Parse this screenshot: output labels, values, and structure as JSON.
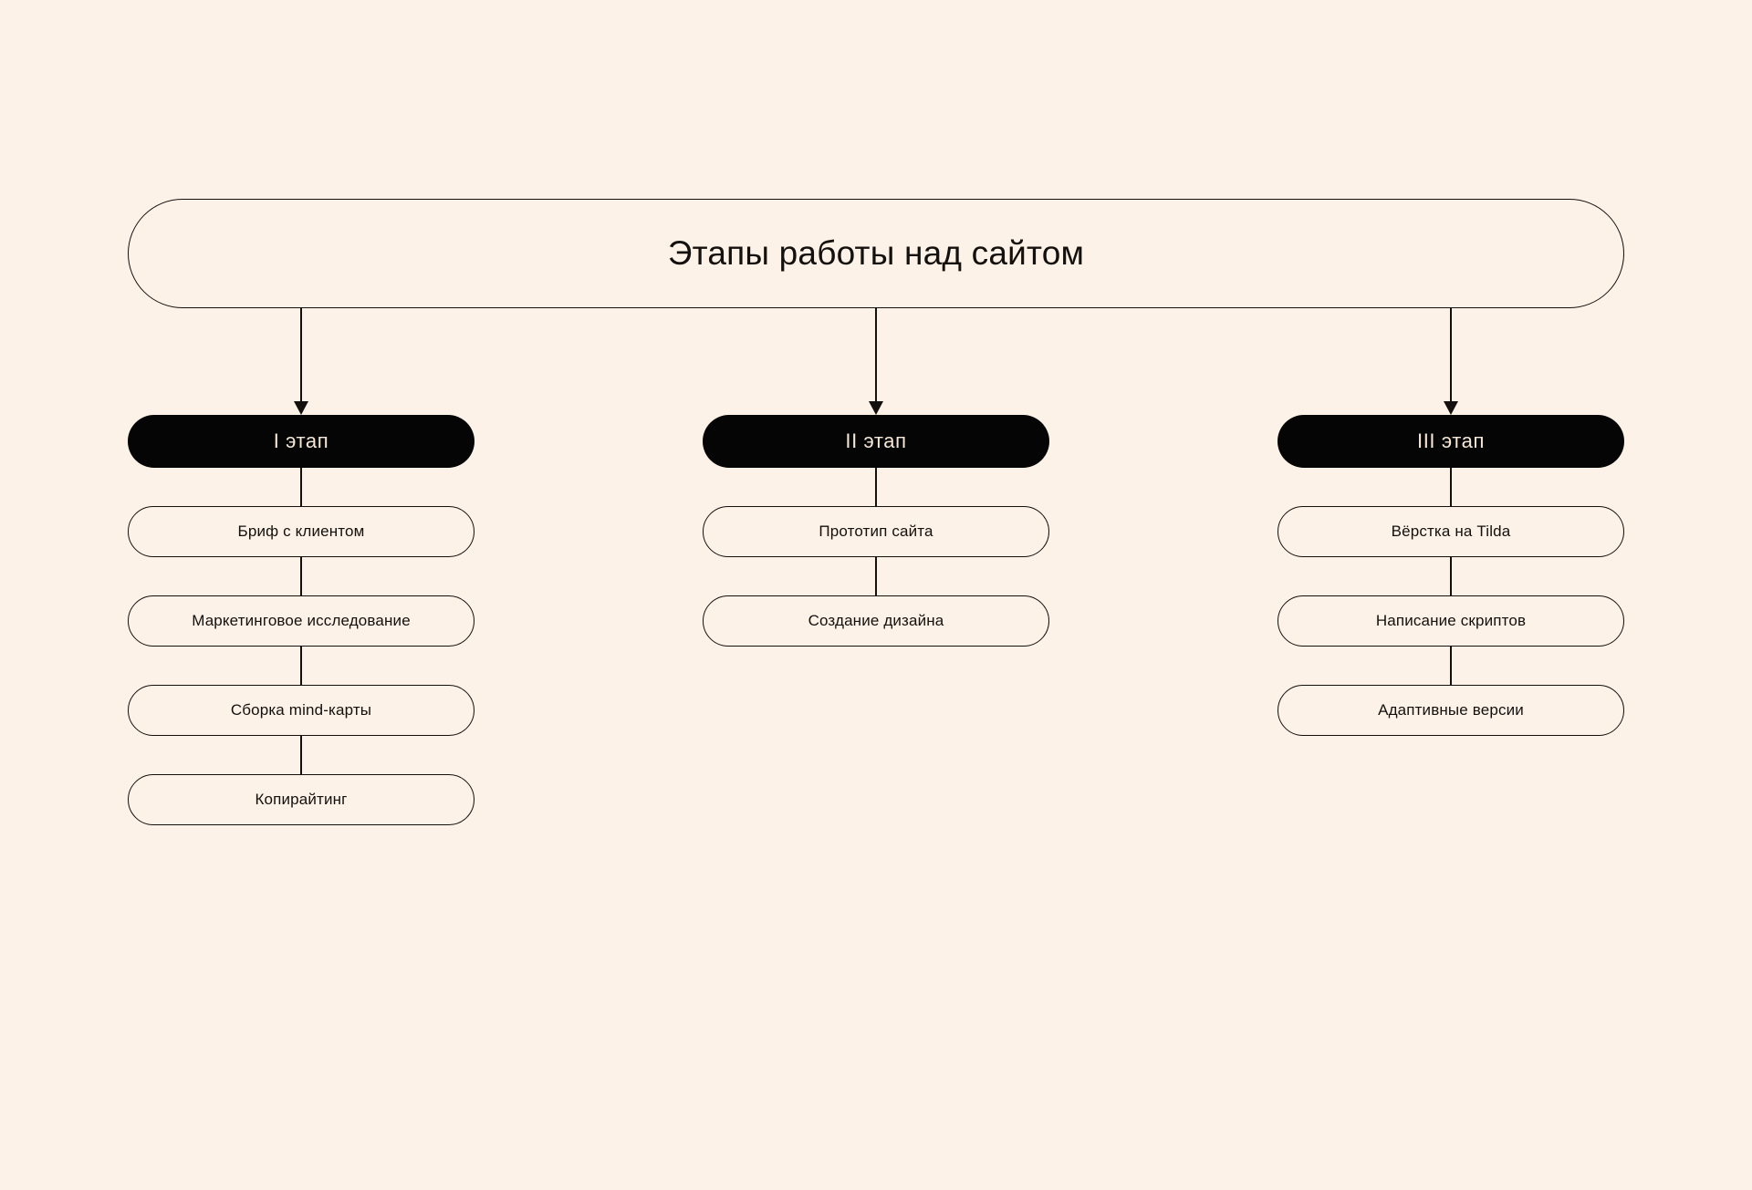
{
  "colors": {
    "background": "#FDF2E7",
    "outline": "#13100E",
    "stage_fill": "#050505",
    "stage_text": "#F6E7D6"
  },
  "title": {
    "text": "Этапы работы над сайтом"
  },
  "columns": [
    {
      "stage_label": "I этап",
      "items": [
        {
          "label": "Бриф с клиентом"
        },
        {
          "label": "Маркетинговое исследование"
        },
        {
          "label": "Сборка mind-карты"
        },
        {
          "label": "Копирайтинг"
        }
      ]
    },
    {
      "stage_label": "II этап",
      "items": [
        {
          "label": "Прототип сайта"
        },
        {
          "label": "Создание дизайна"
        }
      ]
    },
    {
      "stage_label": "III этап",
      "items": [
        {
          "label": "Вёрстка на Tilda"
        },
        {
          "label": "Написание скриптов"
        },
        {
          "label": "Адаптивные версии"
        }
      ]
    }
  ]
}
